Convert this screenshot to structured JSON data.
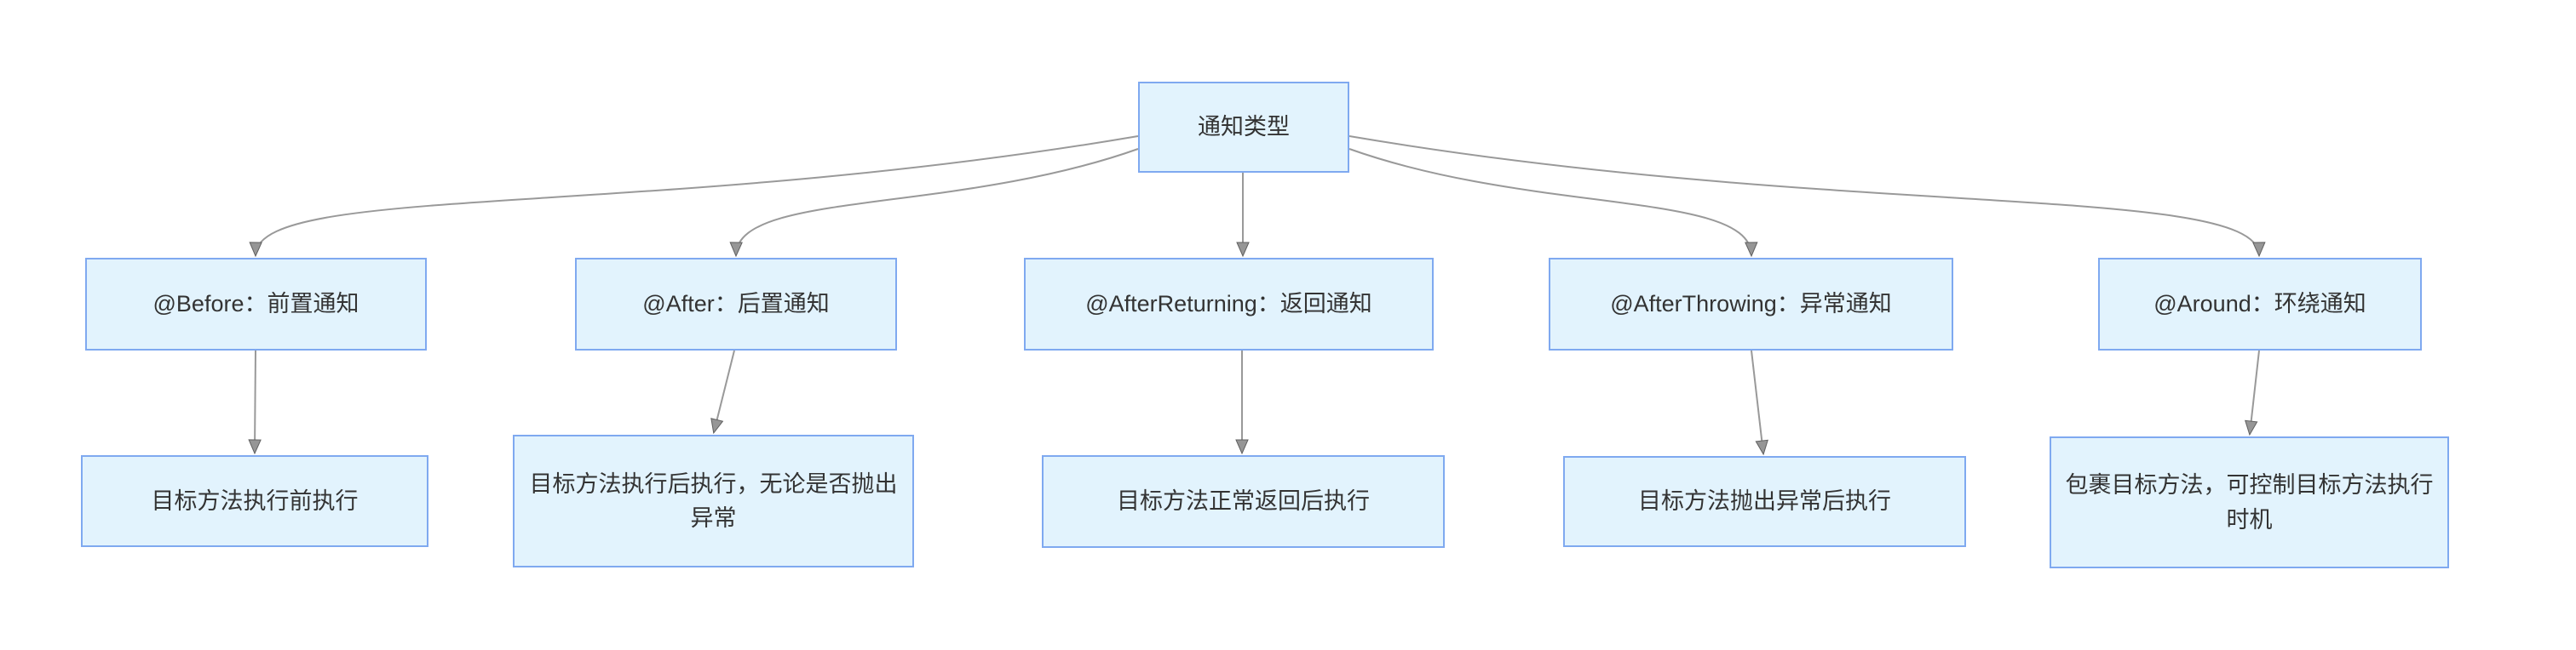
{
  "diagram": {
    "root": {
      "label": "通知类型"
    },
    "advices": [
      {
        "label": "@Before：前置通知",
        "desc": "目标方法执行前执行"
      },
      {
        "label": "@After：后置通知",
        "desc": "目标方法执行后执行，无论是否抛出异常"
      },
      {
        "label": "@AfterReturning：返回通知",
        "desc": "目标方法正常返回后执行"
      },
      {
        "label": "@AfterThrowing：异常通知",
        "desc": "目标方法抛出异常后执行"
      },
      {
        "label": "@Around：环绕通知",
        "desc": "包裹目标方法，可控制目标方法执行时机"
      }
    ],
    "edges": [
      {
        "from": "advice-types",
        "to": "before"
      },
      {
        "from": "advice-types",
        "to": "after"
      },
      {
        "from": "advice-types",
        "to": "after-returning"
      },
      {
        "from": "advice-types",
        "to": "after-throwing"
      },
      {
        "from": "advice-types",
        "to": "around"
      },
      {
        "from": "before",
        "to": "before-desc"
      },
      {
        "from": "after",
        "to": "after-desc"
      },
      {
        "from": "after-returning",
        "to": "after-returning-desc"
      },
      {
        "from": "after-throwing",
        "to": "after-throwing-desc"
      },
      {
        "from": "around",
        "to": "around-desc"
      }
    ],
    "colors": {
      "node_fill": "#E2F3FD",
      "node_border": "#7FA9F0",
      "edge": "#999999",
      "text": "#333333",
      "background": "#FFFFFF"
    }
  }
}
